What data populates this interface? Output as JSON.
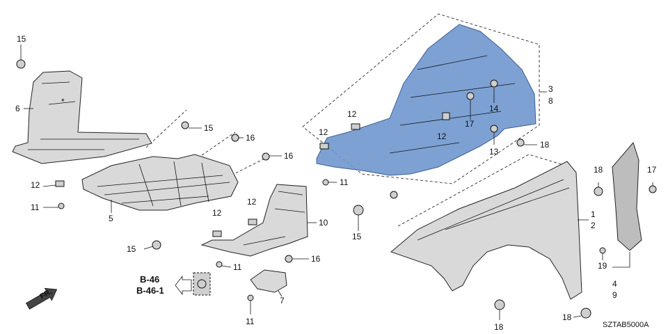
{
  "callouts": {
    "c1": "1",
    "c2": "2",
    "c3": "3",
    "c4": "4",
    "c5": "5",
    "c6": "6",
    "c7": "7",
    "c8": "8",
    "c9": "9",
    "c10": "10",
    "c11": "11",
    "c12": "12",
    "c13": "13",
    "c14": "14",
    "c15": "15",
    "c16": "16",
    "c17": "17",
    "c18": "18",
    "c19": "19"
  },
  "references": {
    "b46": "B-46",
    "b461": "B-46-1"
  },
  "direction_label": "FR.",
  "diagram_code": "SZTAB5000A",
  "asterisk": "*"
}
